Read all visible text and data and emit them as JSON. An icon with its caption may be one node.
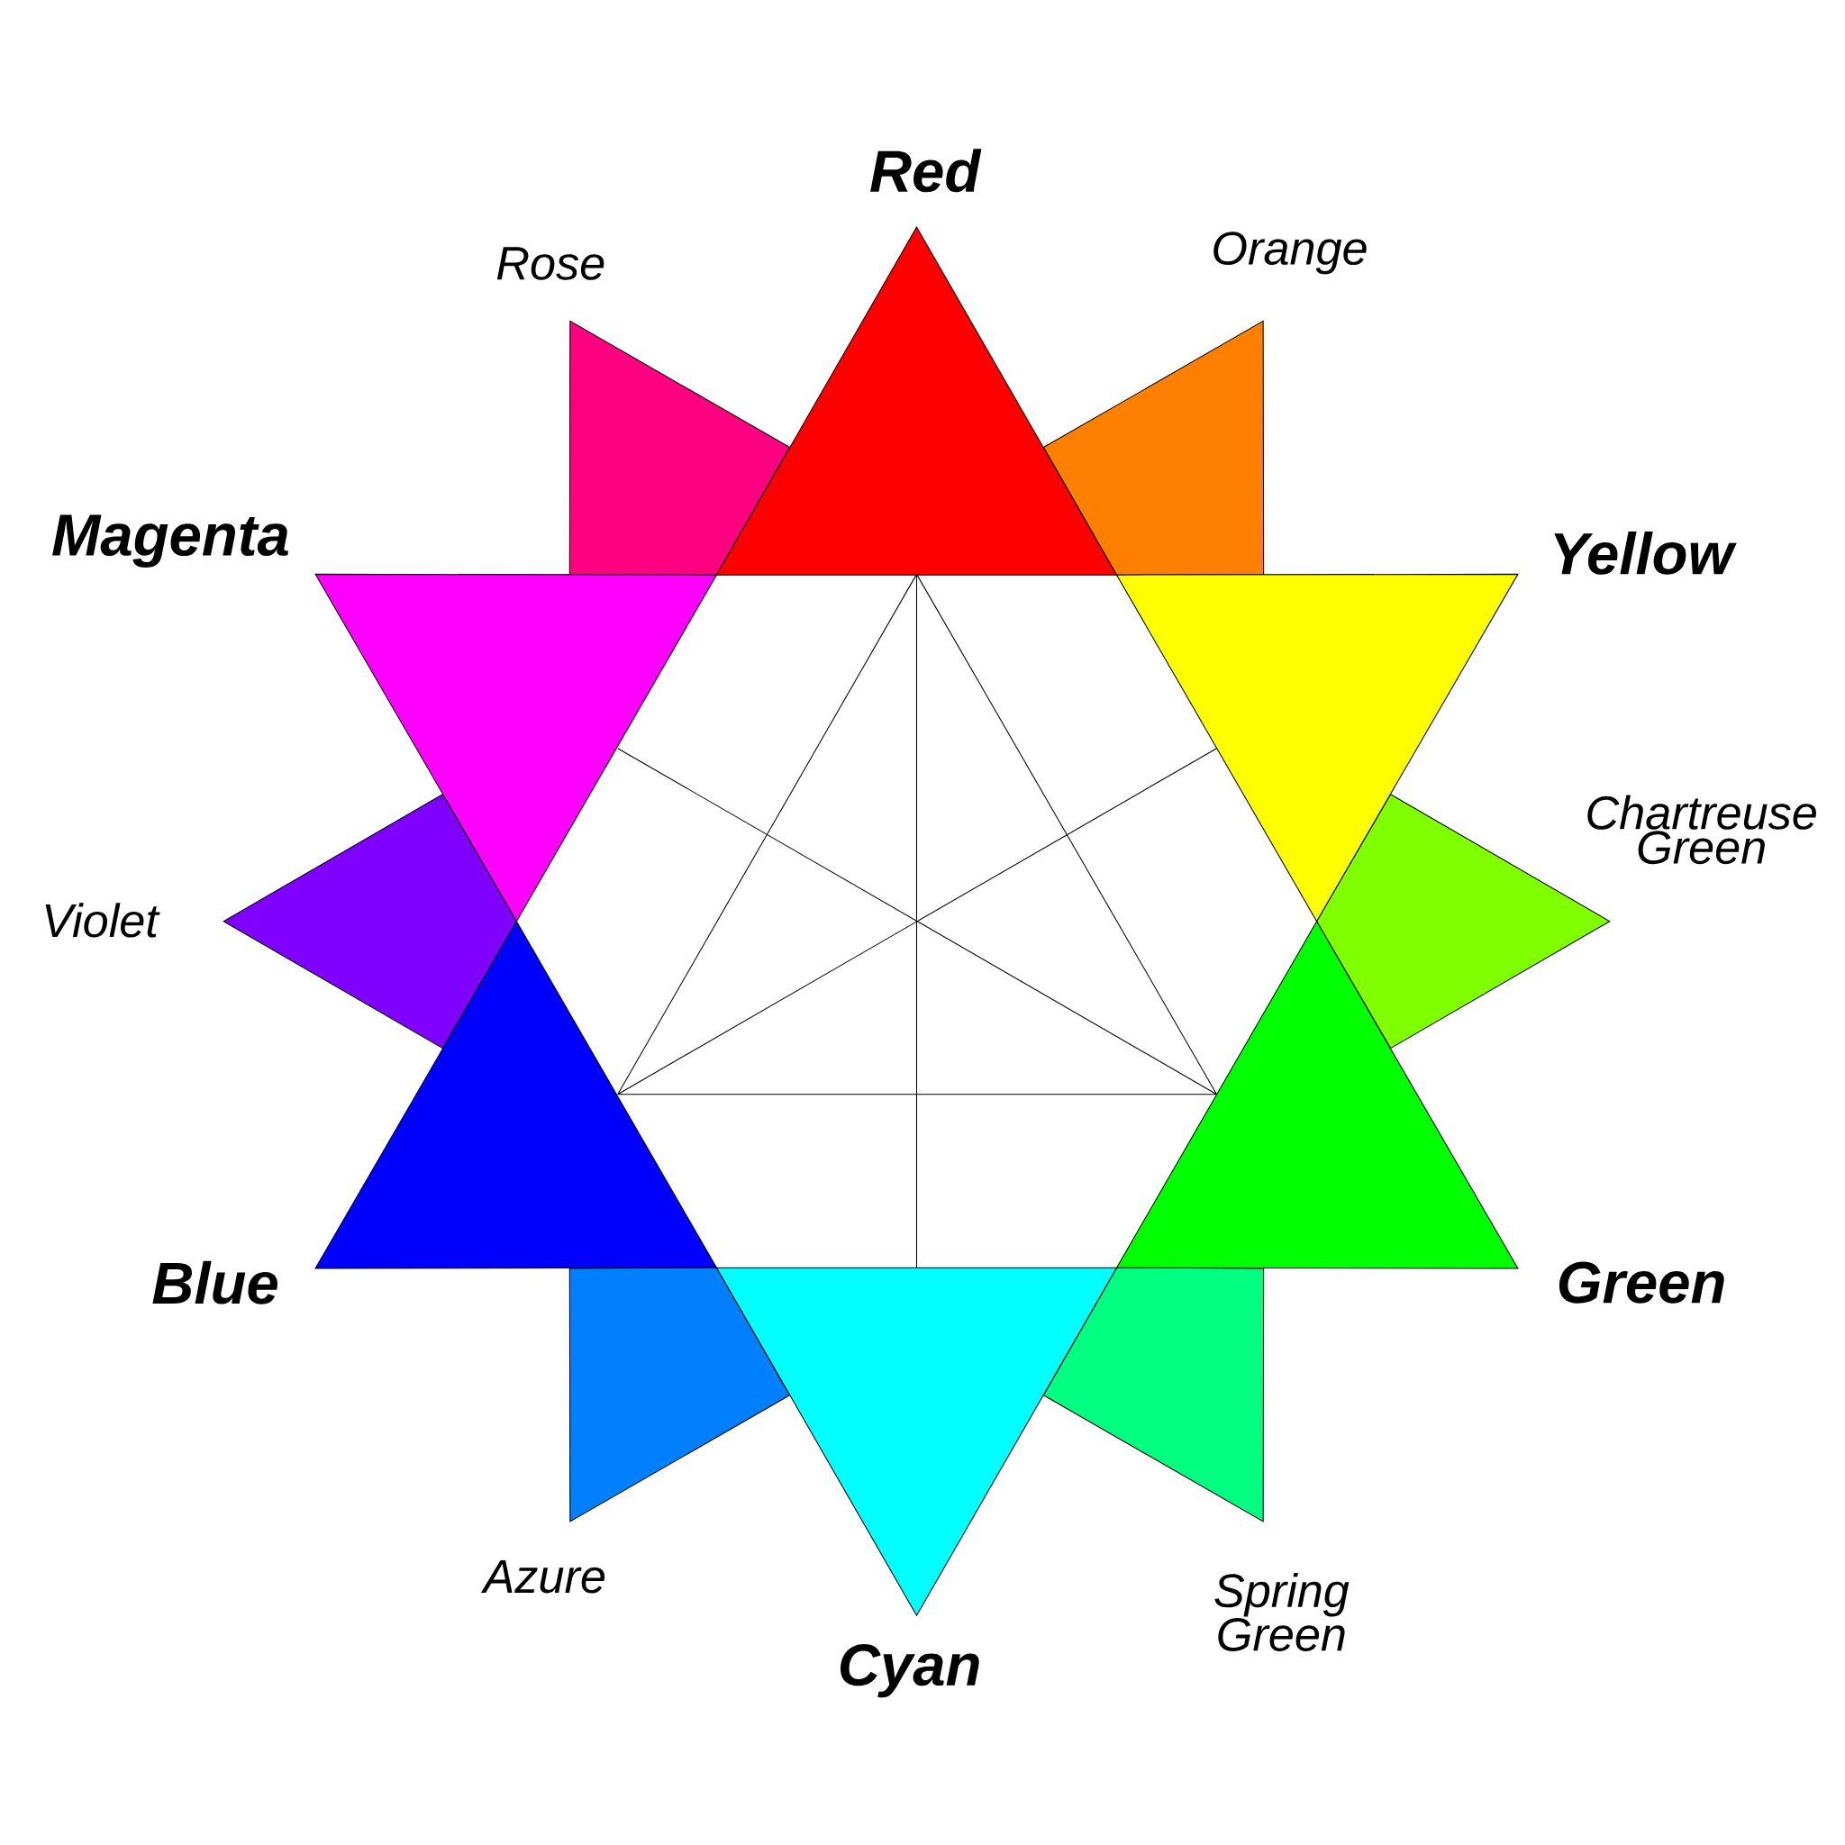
{
  "diagram": {
    "nodes": [
      {
        "text": [
          "Red"
        ]
      },
      {
        "text": [
          "Rose"
        ]
      },
      {
        "text": [
          "Orange"
        ]
      },
      {
        "text": [
          "Magenta"
        ]
      },
      {
        "text": [
          "Yellow"
        ]
      },
      {
        "text": [
          "Chartreuse Green"
        ]
      },
      {
        "text": [
          "Violet"
        ]
      },
      {
        "text": [
          "Blue"
        ]
      },
      {
        "text": [
          "Green"
        ]
      },
      {
        "text": [
          "Azure"
        ]
      },
      {
        "text": [
          "Spring Green"
        ]
      },
      {
        "text": [
          "Cyan"
        ]
      }
    ]
  }
}
